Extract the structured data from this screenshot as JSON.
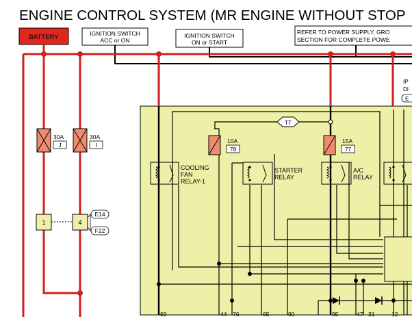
{
  "title": "ENGINE CONTROL SYSTEM (MR ENGINE WITHOUT STOP",
  "colors": {
    "power": "#d21f1f",
    "block": "#eef0a8",
    "fuse": "#f08c6e",
    "connector": "#eef0a8",
    "battery_fill": "#e0261e",
    "wire": "#000000"
  },
  "sources": {
    "battery": "BATTERY",
    "ign_acc": [
      "IGNITION SWITCH",
      "ACC or ON"
    ],
    "ign_start": [
      "IGNITION SWITCH",
      "ON or START"
    ],
    "refer": [
      "REFER TO POWER SUPPLY, GRO",
      "SECTION FOR COMPLETE POWE"
    ]
  },
  "fuses": [
    {
      "rating": "30A",
      "id": "J"
    },
    {
      "rating": "30A",
      "id": "I"
    },
    {
      "rating": "10A",
      "id": "78"
    },
    {
      "rating": "15A",
      "id": "77"
    }
  ],
  "relays": [
    {
      "line1": "COOLING",
      "line2": "FAN",
      "line3": "RELAY-1"
    },
    {
      "line1": "STARTER",
      "line2": "RELAY"
    },
    {
      "line1": "A/C",
      "line2": "RELAY"
    }
  ],
  "tt_label": "TT",
  "connector": {
    "pin_a": "1",
    "pin_b": "4",
    "id_a": "E14",
    "id_b": "F22"
  },
  "edge_labels": {
    "ip": "IP",
    "di": "DI",
    "e": "E"
  },
  "bottom_pins": [
    "69",
    "44",
    "76",
    "65",
    "90",
    "95",
    "47",
    "31",
    "12"
  ]
}
